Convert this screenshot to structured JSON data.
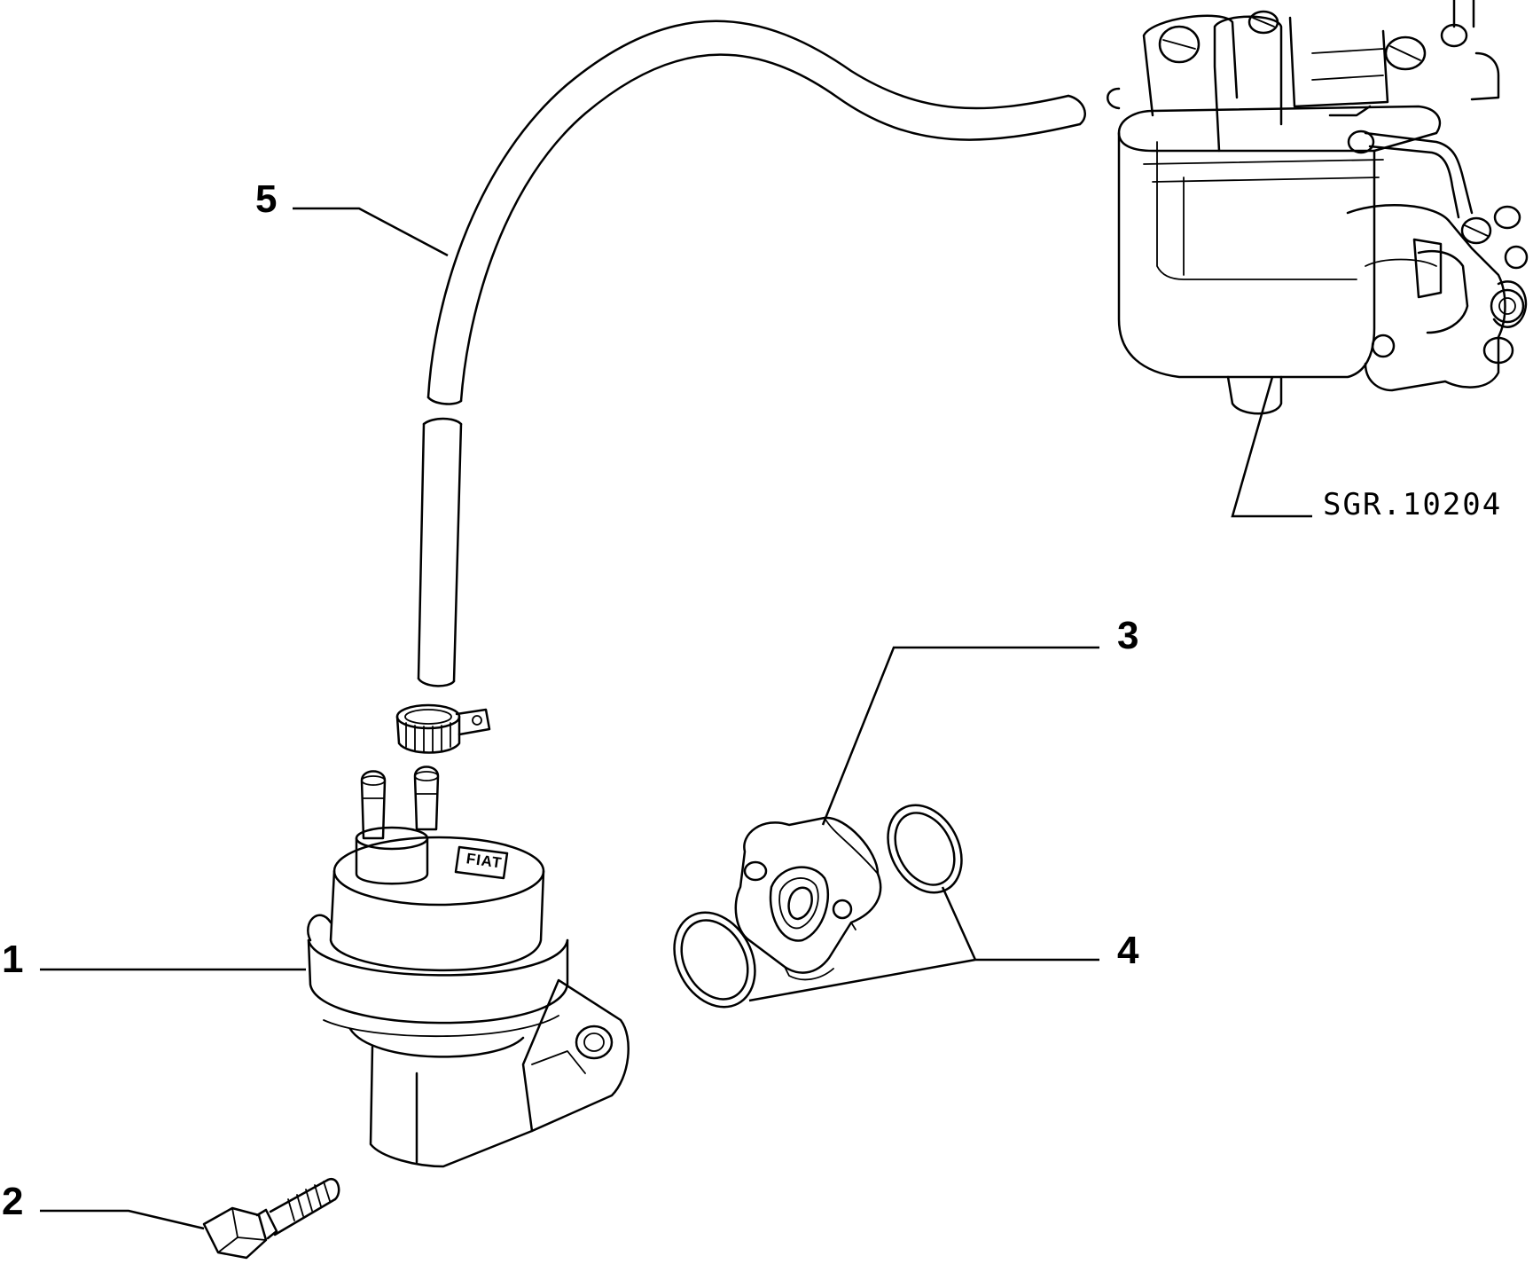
{
  "callouts": [
    {
      "id": "1",
      "label": "1"
    },
    {
      "id": "2",
      "label": "2"
    },
    {
      "id": "3",
      "label": "3"
    },
    {
      "id": "4",
      "label": "4"
    },
    {
      "id": "5",
      "label": "5"
    }
  ],
  "reference_code": "SGR.10204",
  "pump_brand_plate": "FIAT",
  "parts": [
    "fuel-pump",
    "mounting-bolt",
    "spacer-flange",
    "o-ring-seals",
    "fuel-hose",
    "carburetor",
    "hose-clamp"
  ]
}
